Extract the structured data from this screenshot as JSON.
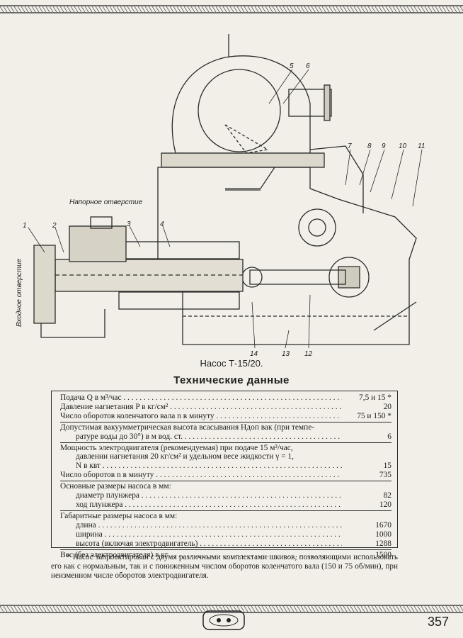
{
  "figure": {
    "caption": "Насос Т-15/20.",
    "labels": {
      "n1": "1",
      "n2": "2",
      "n3": "3",
      "n4": "4",
      "n5": "5",
      "n6": "6",
      "n7": "7",
      "n8": "8",
      "n9": "9",
      "n10": "10",
      "n11": "11",
      "n12": "12",
      "n13": "13",
      "n14": "14",
      "discharge": "Напорное отверстие",
      "inlet": "Входное отверстие"
    }
  },
  "specs": {
    "title": "Технические данные",
    "rows": [
      {
        "label": "Подача Q в м³/час",
        "value": "7,5 и 15 *"
      },
      {
        "label": "Давление нагнетания P в кг/см²",
        "value": "20"
      },
      {
        "label": "Число оборотов коленчатого вала n в минуту",
        "value": "75 и 150 *"
      },
      {
        "label": "Допустимая вакуумметрическая высота всасывания Hдоп вак (при темпе-",
        "value": ""
      },
      {
        "label": "ратуре воды до 30°) в м вод. ст.",
        "value": "6"
      },
      {
        "label": "Мощность электродвигателя (рекомендуемая) при подаче 15 м³/час,",
        "value": ""
      },
      {
        "label": "давлении нагнетания 20 кг/см² и удельном весе жидкости γ = 1,",
        "value": ""
      },
      {
        "label": "N в квт",
        "value": "15"
      },
      {
        "label": "Число оборотов n в минуту",
        "value": "735"
      },
      {
        "label": "Основные размеры насоса в мм:",
        "value": ""
      },
      {
        "label": "диаметр плунжера",
        "value": "82"
      },
      {
        "label": "ход плунжера",
        "value": "120"
      },
      {
        "label": "Габаритные размеры насоса в мм:",
        "value": ""
      },
      {
        "label": "длина",
        "value": "1670"
      },
      {
        "label": "ширина",
        "value": "1000"
      },
      {
        "label": "высота (включая электродвигатель)",
        "value": "1288"
      },
      {
        "label": "Вес (без электродвигателя) в кг",
        "value": "1500"
      }
    ]
  },
  "footnote": "* Насос запроектирован с двумя различными комплектами шкивов, позволяющими использовать его как с нормальным, так и с пониженным числом оборотов коленчатого вала (150 и 75 об/мин), при неизменном числе оборотов электродвигателя.",
  "page_number": "357",
  "colors": {
    "paper": "#f1efe7",
    "ink": "#1d1d1d"
  }
}
